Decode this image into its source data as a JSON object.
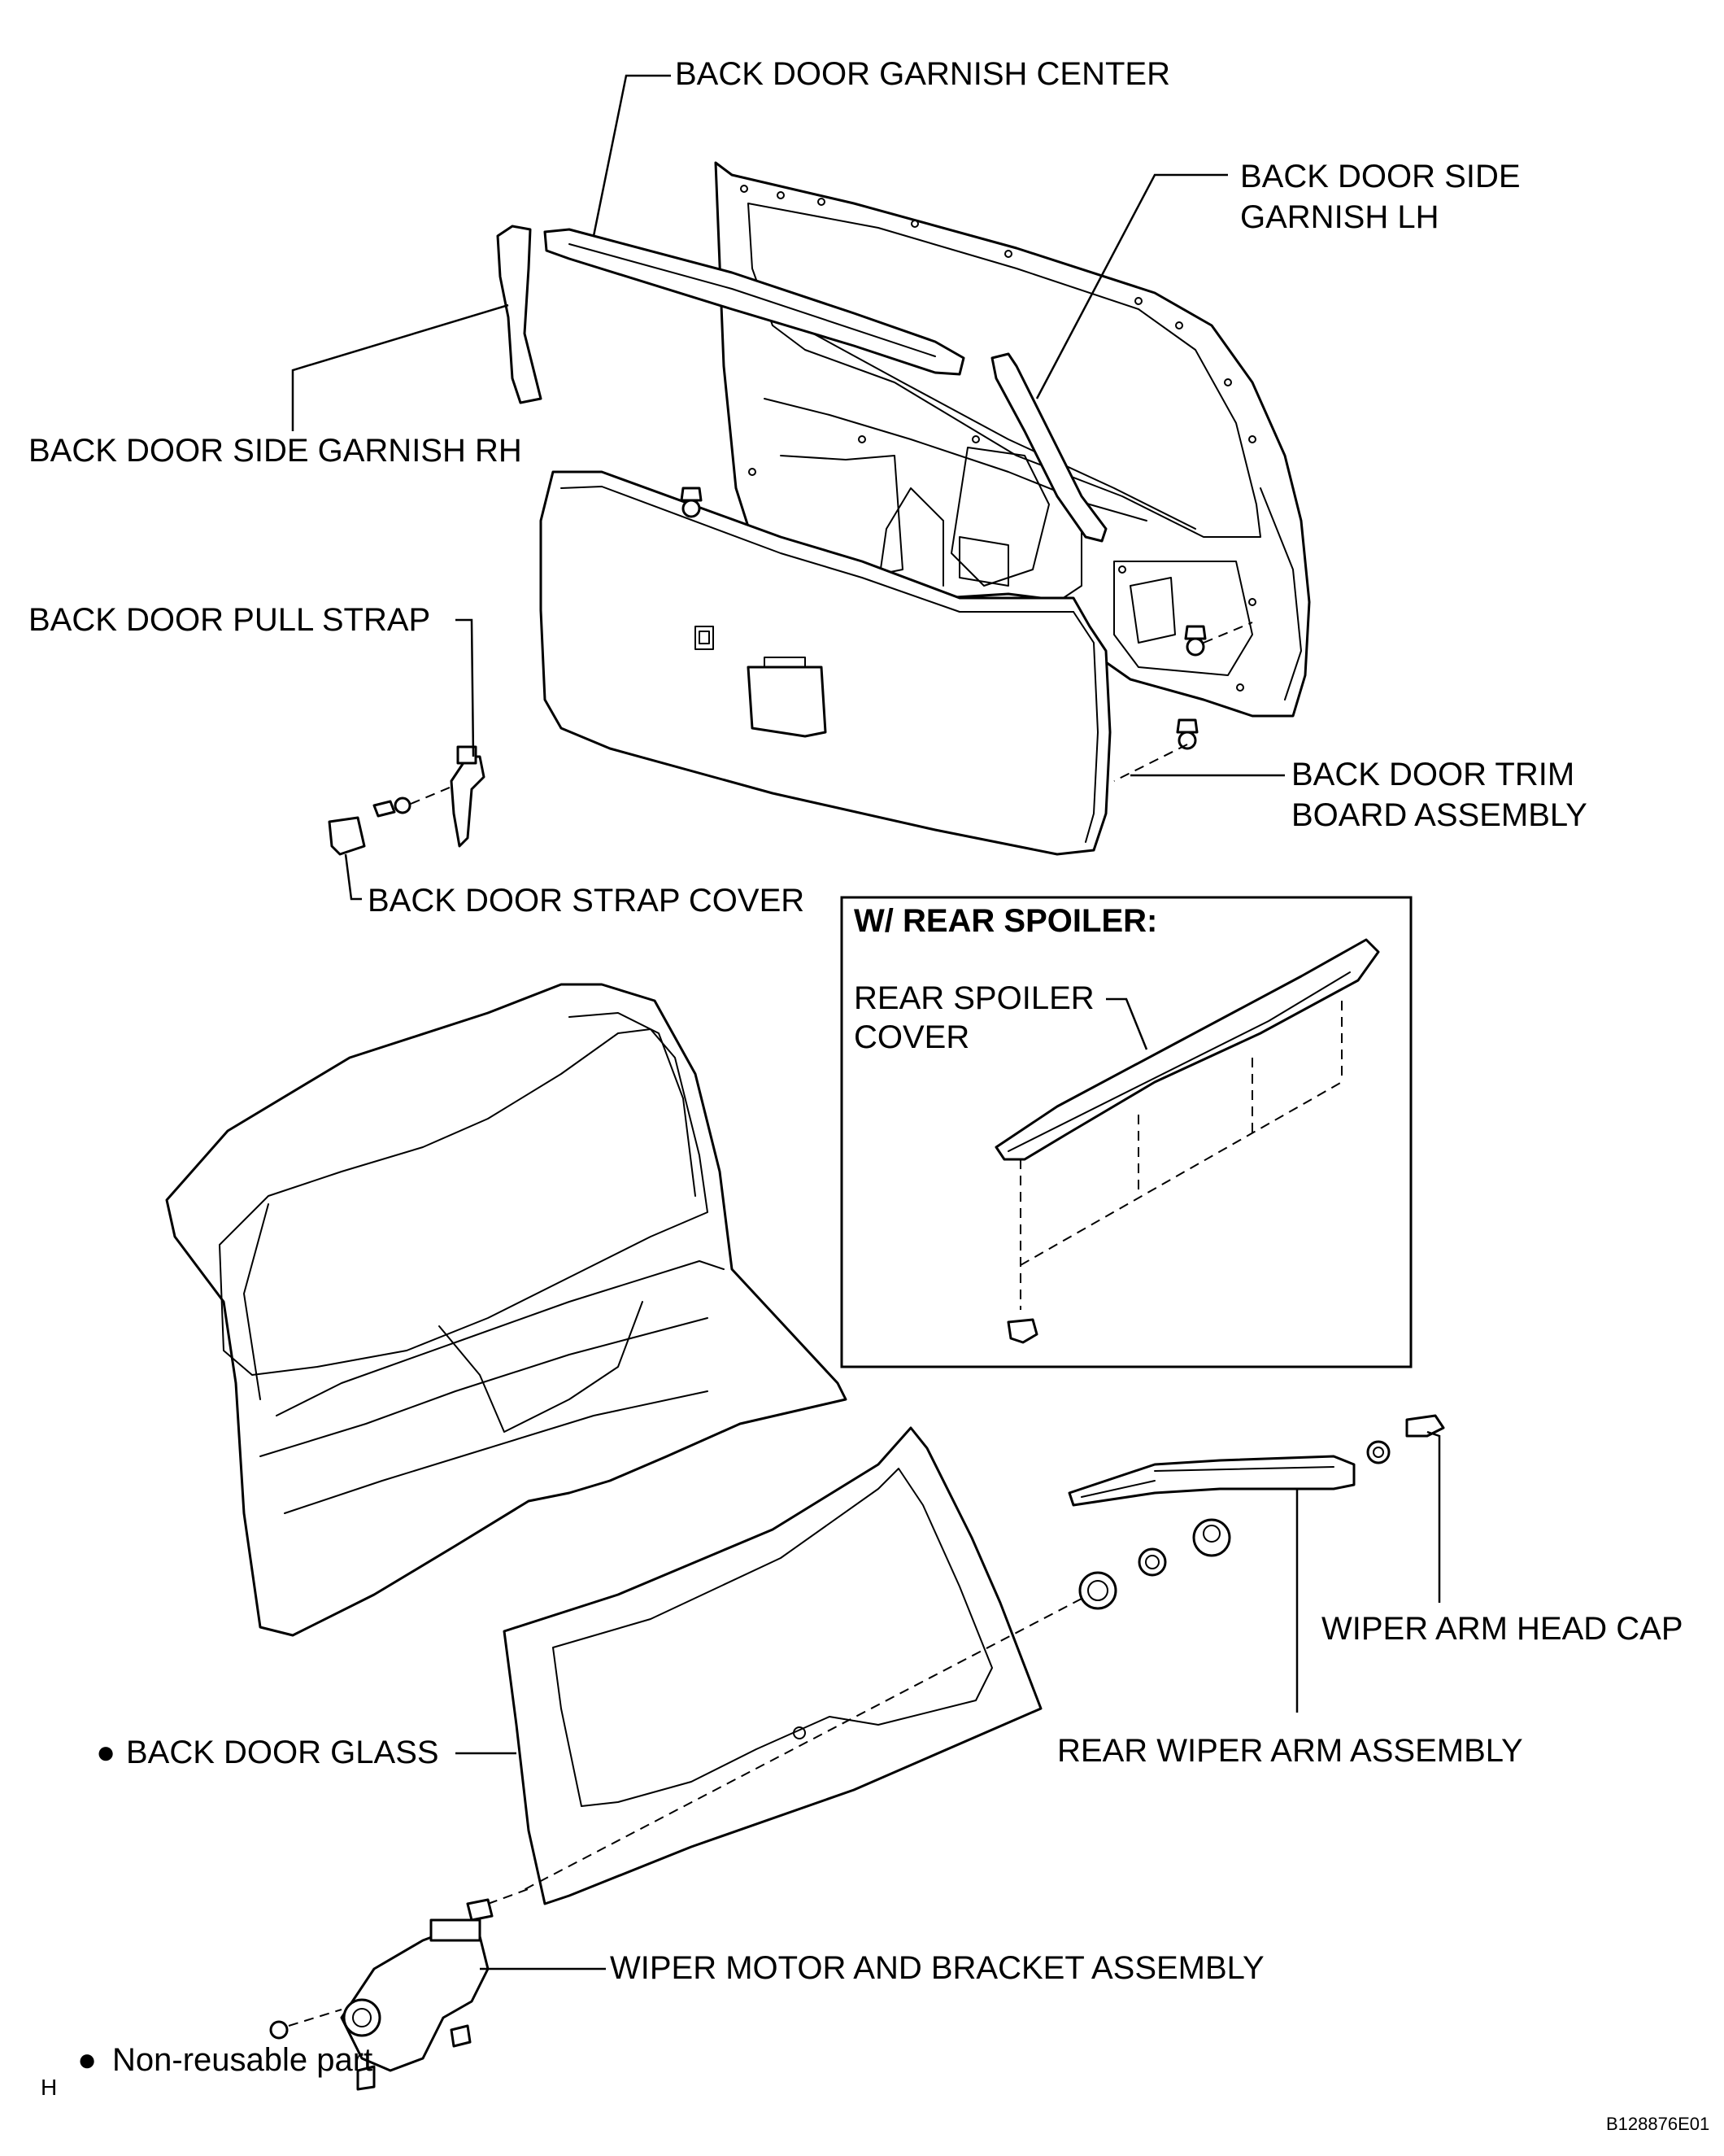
{
  "labels": {
    "garnish_center": "BACK DOOR GARNISH CENTER",
    "side_garnish_lh_1": "BACK DOOR SIDE",
    "side_garnish_lh_2": "GARNISH LH",
    "side_garnish_rh": "BACK DOOR SIDE GARNISH RH",
    "pull_strap": "BACK DOOR PULL STRAP",
    "trim_board_1": "BACK DOOR TRIM",
    "trim_board_2": "BOARD ASSEMBLY",
    "strap_cover": "BACK DOOR STRAP COVER",
    "wiper_head_cap": "WIPER ARM HEAD CAP",
    "rear_wiper_arm": "REAR WIPER ARM ASSEMBLY",
    "back_door_glass": "BACK DOOR GLASS",
    "wiper_motor": "WIPER MOTOR AND BRACKET ASSEMBLY"
  },
  "inset": {
    "title": "W/ REAR SPOILER:",
    "spoiler_cover_1": "REAR SPOILER",
    "spoiler_cover_2": "COVER"
  },
  "legend": {
    "symbol": "●",
    "text": "Non-reusable part"
  },
  "corner_mark": "H",
  "figure_code": "B128876E01"
}
